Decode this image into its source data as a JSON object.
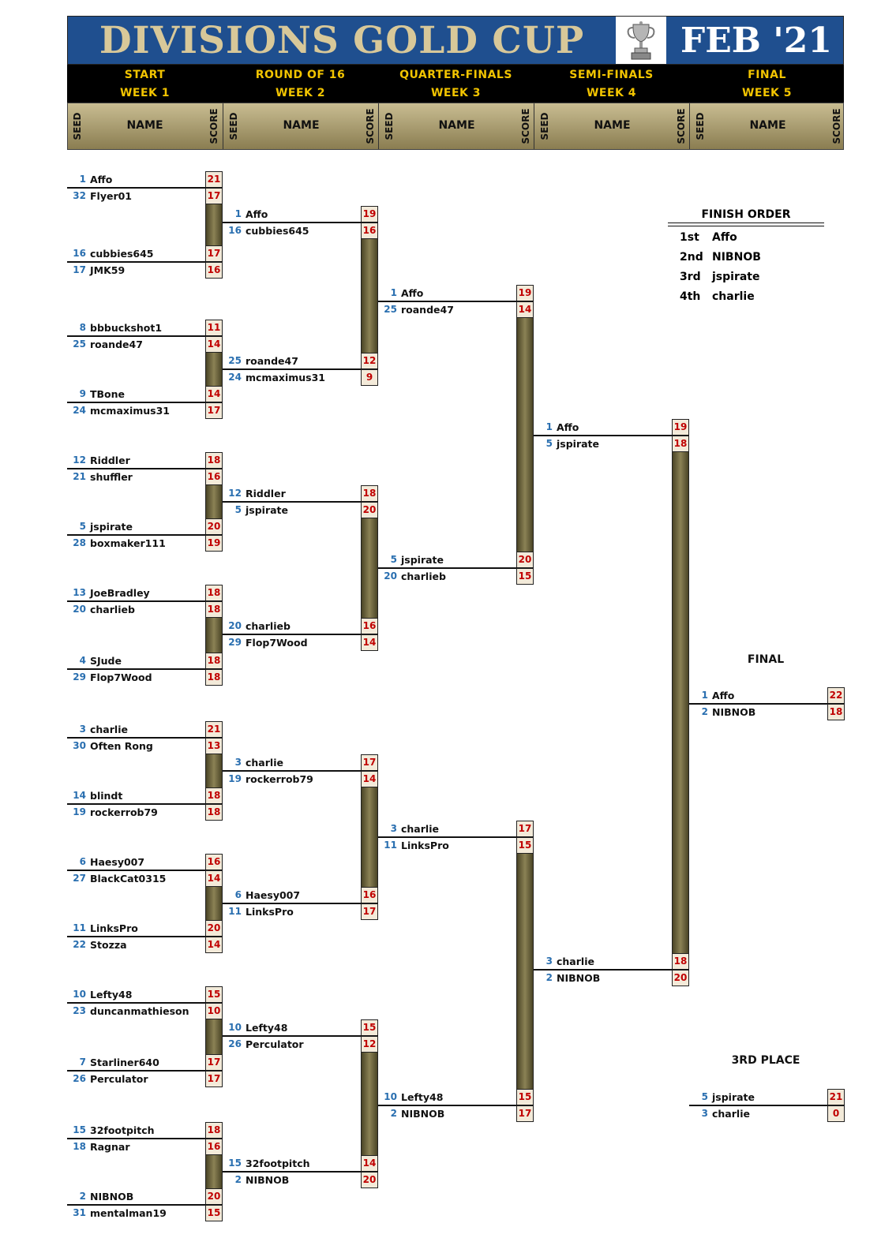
{
  "header": {
    "title": "DIVISIONS GOLD CUP",
    "date": "FEB '21"
  },
  "rounds": [
    {
      "name": "START",
      "week": "WEEK 1"
    },
    {
      "name": "ROUND OF 16",
      "week": "WEEK 2"
    },
    {
      "name": "QUARTER-FINALS",
      "week": "WEEK 3"
    },
    {
      "name": "SEMI-FINALS",
      "week": "WEEK 4"
    },
    {
      "name": "FINAL",
      "week": "WEEK 5"
    }
  ],
  "columns": {
    "seed": "SEED",
    "name": "NAME",
    "score": "SCORE"
  },
  "bracket": {
    "round1": [
      [
        {
          "seed": "1",
          "name": "Affo",
          "score": "21"
        },
        {
          "seed": "32",
          "name": "Flyer01",
          "score": "17"
        }
      ],
      [
        {
          "seed": "16",
          "name": "cubbies645",
          "score": "17"
        },
        {
          "seed": "17",
          "name": "JMK59",
          "score": "16"
        }
      ],
      [
        {
          "seed": "8",
          "name": "bbbuckshot1",
          "score": "11"
        },
        {
          "seed": "25",
          "name": "roande47",
          "score": "14"
        }
      ],
      [
        {
          "seed": "9",
          "name": "TBone",
          "score": "14"
        },
        {
          "seed": "24",
          "name": "mcmaximus31",
          "score": "17"
        }
      ],
      [
        {
          "seed": "12",
          "name": "Riddler",
          "score": "18"
        },
        {
          "seed": "21",
          "name": "shuffler",
          "score": "16"
        }
      ],
      [
        {
          "seed": "5",
          "name": "jspirate",
          "score": "20"
        },
        {
          "seed": "28",
          "name": "boxmaker111",
          "score": "19"
        }
      ],
      [
        {
          "seed": "13",
          "name": "JoeBradley",
          "score": "18"
        },
        {
          "seed": "20",
          "name": "charlieb",
          "score": "18"
        }
      ],
      [
        {
          "seed": "4",
          "name": "SJude",
          "score": "18"
        },
        {
          "seed": "29",
          "name": "Flop7Wood",
          "score": "18"
        }
      ],
      [
        {
          "seed": "3",
          "name": "charlie",
          "score": "21"
        },
        {
          "seed": "30",
          "name": "Often Rong",
          "score": "13"
        }
      ],
      [
        {
          "seed": "14",
          "name": "blindt",
          "score": "18"
        },
        {
          "seed": "19",
          "name": "rockerrob79",
          "score": "18"
        }
      ],
      [
        {
          "seed": "6",
          "name": "Haesy007",
          "score": "16"
        },
        {
          "seed": "27",
          "name": "BlackCat0315",
          "score": "14"
        }
      ],
      [
        {
          "seed": "11",
          "name": "LinksPro",
          "score": "20"
        },
        {
          "seed": "22",
          "name": "Stozza",
          "score": "14"
        }
      ],
      [
        {
          "seed": "10",
          "name": "Lefty48",
          "score": "15"
        },
        {
          "seed": "23",
          "name": "duncanmathieson",
          "score": "10"
        }
      ],
      [
        {
          "seed": "7",
          "name": "Starliner640",
          "score": "17"
        },
        {
          "seed": "26",
          "name": "Perculator",
          "score": "17"
        }
      ],
      [
        {
          "seed": "15",
          "name": "32footpitch",
          "score": "18"
        },
        {
          "seed": "18",
          "name": "Ragnar",
          "score": "16"
        }
      ],
      [
        {
          "seed": "2",
          "name": "NIBNOB",
          "score": "20"
        },
        {
          "seed": "31",
          "name": "mentalman19",
          "score": "15"
        }
      ]
    ],
    "round2": [
      [
        {
          "seed": "1",
          "name": "Affo",
          "score": "19"
        },
        {
          "seed": "16",
          "name": "cubbies645",
          "score": "16"
        }
      ],
      [
        {
          "seed": "25",
          "name": "roande47",
          "score": "12"
        },
        {
          "seed": "24",
          "name": "mcmaximus31",
          "score": "9"
        }
      ],
      [
        {
          "seed": "12",
          "name": "Riddler",
          "score": "18"
        },
        {
          "seed": "5",
          "name": "jspirate",
          "score": "20"
        }
      ],
      [
        {
          "seed": "20",
          "name": "charlieb",
          "score": "16"
        },
        {
          "seed": "29",
          "name": "Flop7Wood",
          "score": "14"
        }
      ],
      [
        {
          "seed": "3",
          "name": "charlie",
          "score": "17"
        },
        {
          "seed": "19",
          "name": "rockerrob79",
          "score": "14"
        }
      ],
      [
        {
          "seed": "6",
          "name": "Haesy007",
          "score": "16"
        },
        {
          "seed": "11",
          "name": "LinksPro",
          "score": "17"
        }
      ],
      [
        {
          "seed": "10",
          "name": "Lefty48",
          "score": "15"
        },
        {
          "seed": "26",
          "name": "Perculator",
          "score": "12"
        }
      ],
      [
        {
          "seed": "15",
          "name": "32footpitch",
          "score": "14"
        },
        {
          "seed": "2",
          "name": "NIBNOB",
          "score": "20"
        }
      ]
    ],
    "round3": [
      [
        {
          "seed": "1",
          "name": "Affo",
          "score": "19"
        },
        {
          "seed": "25",
          "name": "roande47",
          "score": "14"
        }
      ],
      [
        {
          "seed": "5",
          "name": "jspirate",
          "score": "20"
        },
        {
          "seed": "20",
          "name": "charlieb",
          "score": "15"
        }
      ],
      [
        {
          "seed": "3",
          "name": "charlie",
          "score": "17"
        },
        {
          "seed": "11",
          "name": "LinksPro",
          "score": "15"
        }
      ],
      [
        {
          "seed": "10",
          "name": "Lefty48",
          "score": "15"
        },
        {
          "seed": "2",
          "name": "NIBNOB",
          "score": "17"
        }
      ]
    ],
    "round4": [
      [
        {
          "seed": "1",
          "name": "Affo",
          "score": "19"
        },
        {
          "seed": "5",
          "name": "jspirate",
          "score": "18"
        }
      ],
      [
        {
          "seed": "3",
          "name": "charlie",
          "score": "18"
        },
        {
          "seed": "2",
          "name": "NIBNOB",
          "score": "20"
        }
      ]
    ],
    "final": {
      "label": "FINAL",
      "match": [
        {
          "seed": "1",
          "name": "Affo",
          "score": "22"
        },
        {
          "seed": "2",
          "name": "NIBNOB",
          "score": "18"
        }
      ]
    },
    "third": {
      "label": "3RD PLACE",
      "match": [
        {
          "seed": "5",
          "name": "jspirate",
          "score": "21"
        },
        {
          "seed": "3",
          "name": "charlie",
          "score": "0"
        }
      ]
    }
  },
  "finish_order": {
    "title": "FINISH ORDER",
    "rows": [
      {
        "place": "1st",
        "name": "Affo"
      },
      {
        "place": "2nd",
        "name": "NIBNOB"
      },
      {
        "place": "3rd",
        "name": "jspirate"
      },
      {
        "place": "4th",
        "name": "charlie"
      }
    ]
  },
  "colors": {
    "banner": "#1f4f8f",
    "gold": "#d8c899",
    "round_text": "#f2c400",
    "seed": "#2a6fb0",
    "score": "#c00000"
  }
}
